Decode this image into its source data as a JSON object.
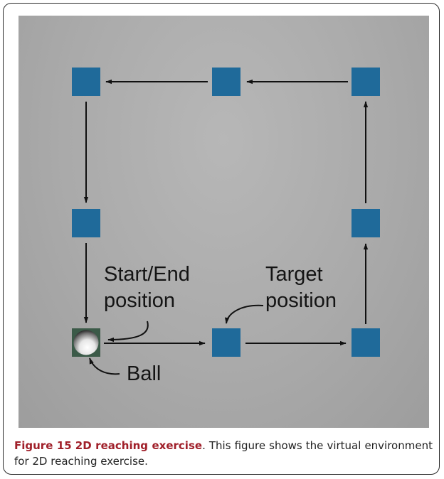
{
  "diagram": {
    "labels": {
      "start_end": "Start/End",
      "start_end_2": "position",
      "target": "Target",
      "target_2": "position",
      "ball": "Ball"
    },
    "target_color": "#1f6a9a",
    "arrow_color": "#111111"
  },
  "caption": {
    "figure_number": "Figure 15",
    "title": "2D reaching exercise",
    "text": ". This figure shows the virtual environment for 2D reaching exercise."
  }
}
